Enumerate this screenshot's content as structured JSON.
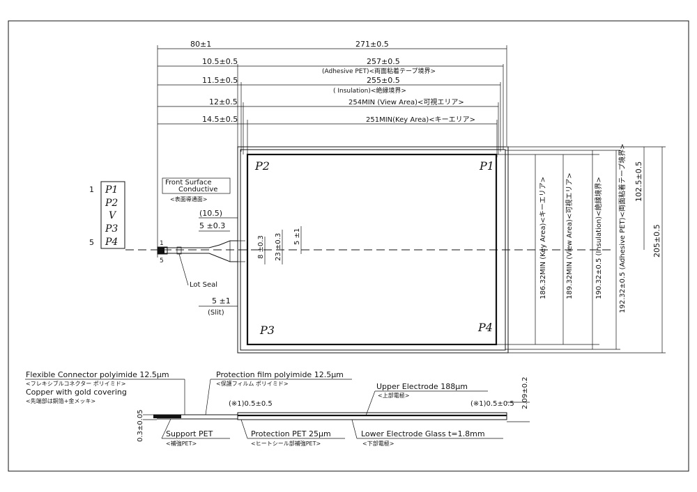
{
  "top_dims": {
    "d80": "80±1",
    "d271": "271±0.5",
    "d10_5": "10.5±0.5",
    "d257": "257±0.5",
    "adhesive_pet": "(Adhesive PET)<両面粘着テープ境界>",
    "d11_5": "11.5±0.5",
    "d255": "255±0.5",
    "insulation": "( Insulation)<絶縁境界>",
    "d12": "12±0.5",
    "view_area": "254MIN (View Area)<可視エリア>",
    "d14_5": "14.5±0.5",
    "key_area": "251MIN(Key Area)<キーエリア>"
  },
  "corners": {
    "p1": "P1",
    "p2": "P2",
    "p3": "P3",
    "p4": "P4"
  },
  "pinout": {
    "first": "1",
    "last": "5",
    "pins": [
      "P1",
      "P2",
      "V",
      "P3",
      "P4"
    ]
  },
  "front_surface": {
    "line1": "Front Surface",
    "line2": "Conductive",
    "jp": "<表面導通面>"
  },
  "connector": {
    "d10_5": "(10.5)",
    "d5": "5 ±0.3",
    "d8": "8 ±0.3",
    "d23": "23 ±0.3",
    "d5b": "5 ±1",
    "pin1": "1",
    "pin5": "5",
    "lot_seal": "Lot Seal",
    "slit_dim": "5 ±1",
    "slit": "(Slit)"
  },
  "right_dims": {
    "key": "186.32MIN (Key Area)<キーエリア>",
    "view": "189.32MIN (View Area)<可視エリア>",
    "ins": "190.32±0.5 (Insulation)<絶縁境界>",
    "adh": "192.32±0.5 (Adhesive PET)<両面粘着テープ境界>",
    "half": "102.5±0.5",
    "total": "205±0.5"
  },
  "section": {
    "flex": "Flexible Connector polyimide 12.5μm",
    "flex_jp": "<フレキシブルコネクター ポリイミド>",
    "copper": "Copper with gold covering",
    "copper_jp": "<先端部は銅箔+金メッキ>",
    "prot_film": "Protection film polyimide 12.5μm",
    "prot_film_jp": "<保護フィルム ポリイミド>",
    "upper": "Upper Electrode 188μm",
    "upper_jp": "<上部電極>",
    "note_left": "(※1)0.5±0.5",
    "note_right": "(※1)0.5±0.5",
    "thick_right": "2.09±0.2",
    "thick_left": "0.3±0.05",
    "support": "Support PET",
    "support_jp": "<補強PET>",
    "prot_pet": "Protection PET 25μm",
    "prot_pet_jp": "<ヒートシール部補強PET>",
    "lower": "Lower Electrode Glass t=1.8mm",
    "lower_jp": "<下部電極>"
  }
}
